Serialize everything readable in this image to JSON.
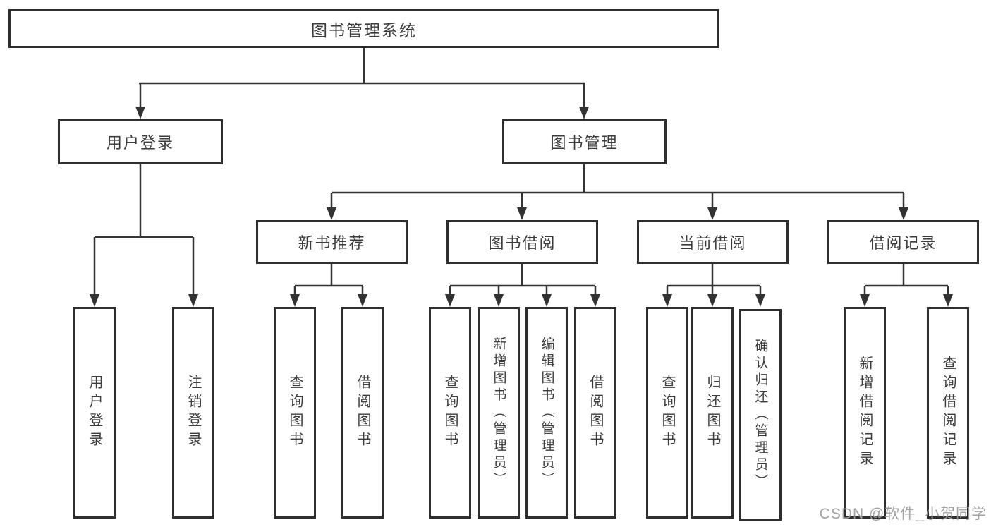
{
  "tree": {
    "label": "图书管理系统",
    "children": [
      {
        "label": "用户登录",
        "children": [
          {
            "label": "用户登录"
          },
          {
            "label": "注销登录"
          }
        ]
      },
      {
        "label": "图书管理",
        "children": [
          {
            "label": "新书推荐",
            "children": [
              {
                "label": "查询图书"
              },
              {
                "label": "借阅图书"
              }
            ]
          },
          {
            "label": "图书借阅",
            "children": [
              {
                "label": "查询图书"
              },
              {
                "label": "新增图书（管理员）"
              },
              {
                "label": "编辑图书（管理员）"
              },
              {
                "label": "借阅图书"
              }
            ]
          },
          {
            "label": "当前借阅",
            "children": [
              {
                "label": "查询图书"
              },
              {
                "label": "归还图书"
              },
              {
                "label": "确认归还（管理员）"
              }
            ]
          },
          {
            "label": "借阅记录",
            "children": [
              {
                "label": "新增借阅记录"
              },
              {
                "label": "查询借阅记录"
              }
            ]
          }
        ]
      }
    ]
  },
  "watermark": {
    "text": "CSDN @软件_小贺同学"
  },
  "colors": {
    "line": "#333333",
    "box_border": "#2e2e2e",
    "text": "#3b3b3b",
    "background": "#ffffff",
    "watermark": "#9e9e9e"
  }
}
